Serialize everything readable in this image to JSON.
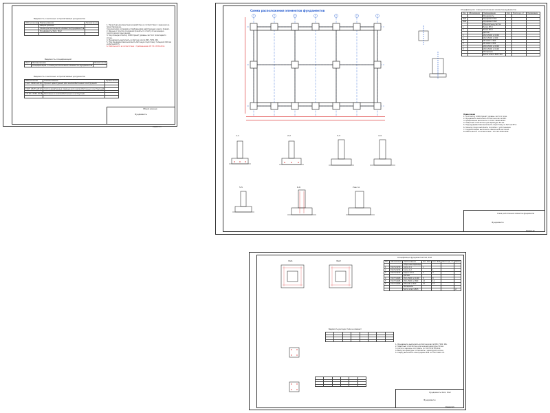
{
  "sheet1": {
    "table_refs_title": "Ведомость ссылочных и прилагаемых документов",
    "table_refs_headers": [
      "Обозначение",
      "Наименование",
      "Примечание"
    ],
    "table_refs_rows": [
      [
        "",
        "Общие данные",
        ""
      ],
      [
        "",
        "Схема расположения элементов фундаментов",
        ""
      ],
      [
        "",
        "Фундаменты Фм1, Фм2",
        ""
      ]
    ],
    "table_spec_title": "Ведомость спецификаций",
    "table_spec_headers": [
      "Лист",
      "Наименование",
      "Примечание"
    ],
    "table_spec_rows": [
      [
        "",
        "Спецификация к схеме расположения элементов фундаментов",
        ""
      ]
    ],
    "table_docs_title": "Ведомость ссылочных и прилагаемых документов",
    "table_docs_headers": [
      "Обозначение",
      "Наименование",
      "Примечание"
    ],
    "table_docs_rows": [
      [
        "ГОСТ 34028-2016",
        "Прокат арматурный для железобетонных конструкций",
        ""
      ],
      [
        "ГОСТ 23279-2012",
        "Сетки арматурные сварные для железобетонных конструкций",
        ""
      ],
      [
        "СП 63.13330.2018",
        "Бетонные и железобетонные конструкции",
        ""
      ]
    ],
    "notes": [
      "1. Проектная документация разработана в соответствии с заданием на проектирование,",
      "техническими условиями и требованиями действующих норм и правил.",
      "2. Данные о грунтах основания приняты по отчёту об инженерно-геологических изысканиях.",
      "3. За условную отметку 0.000 принят уровень чистого пола первого этажа.",
      "4. Фундаменты выполнить из бетона класса B25, F150, W6.",
      "5. Под фундаментами выполнить бетонную подготовку толщиной 100 мм из бетона B7,5."
    ],
    "notes_red": "6. Работы вести в соответствии с требованиями СП 70.13330.2012.",
    "stamp_title": "Общие данные",
    "stamp_object": "Фундаменты",
    "stamp_sheet": "Формат А3"
  },
  "sheet2": {
    "plan_title": "Схема расположения элементов фундаментов",
    "spec_title": "Спецификация к схеме расположения элементов фундаментов",
    "spec_headers": [
      "Поз.",
      "Обозначение",
      "Наименование",
      "Кол.",
      "Масса ед., кг",
      "Примечание"
    ],
    "spec_rows": [
      [
        "",
        "",
        "Фундаменты",
        "",
        "",
        ""
      ],
      [
        "Фм1",
        "",
        "Фундамент Фм1",
        "",
        "",
        ""
      ],
      [
        "Фм2",
        "",
        "Фундамент Фм2",
        "",
        "",
        ""
      ],
      [
        "",
        "",
        "Монолитные участки",
        "",
        "",
        ""
      ],
      [
        "1",
        "",
        "Балка БМ-1",
        "",
        "",
        ""
      ],
      [
        "2",
        "",
        "Балка БМ-2",
        "",
        "",
        ""
      ],
      [
        "",
        "",
        "Детали",
        "",
        "",
        ""
      ],
      [
        "3",
        "",
        "Ø12 A500C L=1200",
        "",
        "",
        ""
      ],
      [
        "4",
        "",
        "Ø12 A500C L=900",
        "",
        "",
        ""
      ],
      [
        "5",
        "",
        "Ø8 A240 L=600",
        "",
        "",
        ""
      ],
      [
        "6",
        "",
        "Ø8 A240 L=450",
        "",
        "",
        ""
      ],
      [
        "7",
        "",
        "Ø10 A500C L=1500",
        "",
        "",
        ""
      ],
      [
        "8",
        "",
        "Ø10 A500C L=1100",
        "",
        "",
        ""
      ],
      [
        "",
        "",
        "Материалы",
        "",
        "",
        ""
      ],
      [
        "",
        "",
        "Бетон класса В25 F150",
        "",
        "",
        ""
      ]
    ],
    "sections": [
      "1-1",
      "2-2",
      "3-3",
      "4-4",
      "5-5",
      "6-6",
      "Узел А"
    ],
    "notes_title": "Примечания",
    "notes": [
      "1. За отметку 0.000 принят уровень чистого пола.",
      "2. Фундаменты выполнить из бетона класса B25.",
      "3. Армирование выполнить по ГОСТ 34028-2016.",
      "4. Защитный слой бетона для арматуры 50 мм.",
      "5. Под фундаментами выполнить подготовку из бетона B7,5.",
      "6. Засыпку пазух выполнить послойно с уплотнением.",
      "7. Гидроизоляцию выполнить обмазочной мастикой.",
      "8. Работы вести в соответствии с СП 70.13330.2012."
    ],
    "stamp_title": "Схема расположения элементов фундаментов",
    "stamp_object": "Фундаменты",
    "stamp_sheet": "Формат А2"
  },
  "sheet3": {
    "views": [
      "Фм1",
      "Фм2"
    ],
    "spec_title": "Спецификация фундаментов Фм1, Фм2",
    "spec_headers": [
      "Поз.",
      "Обозначение",
      "Наименование",
      "Кол. Фм1",
      "Кол. Фм2",
      "Масса ед., кг",
      "Прим."
    ],
    "spec_rows": [
      [
        "",
        "",
        "Сборочные единицы",
        "",
        "",
        "",
        ""
      ],
      [
        "1",
        "ГОСТ 23279",
        "Сетка С-1",
        "1",
        "",
        "",
        ""
      ],
      [
        "2",
        "ГОСТ 23279",
        "Сетка С-2",
        "",
        "1",
        "",
        ""
      ],
      [
        "3",
        "ГОСТ 23279",
        "Каркас КП-1",
        "4",
        "4",
        "",
        ""
      ],
      [
        "",
        "",
        "Детали",
        "",
        "",
        "",
        ""
      ],
      [
        "4",
        "ГОСТ 34028",
        "Ø12 A500C L=1200",
        "8",
        "8",
        "",
        ""
      ],
      [
        "5",
        "ГОСТ 34028",
        "Ø10 A500C L=800",
        "12",
        "12",
        "",
        ""
      ],
      [
        "6",
        "ГОСТ 34028",
        "Ø8 A240 L=600",
        "16",
        "16",
        "",
        ""
      ],
      [
        "",
        "",
        "Материалы",
        "",
        "",
        "",
        ""
      ],
      [
        "",
        "",
        "Бетон класса В25",
        "",
        "",
        "",
        "м³"
      ]
    ],
    "mass_title": "Ведомость расхода стали на элемент",
    "notes": [
      "1. Фундаменты выполнить из бетона класса B25, F150, W6.",
      "2. Защитный слой бетона для нижней арматуры 50 мм.",
      "3. Сетки и каркасы изготовить по ГОСТ 23279-2012.",
      "4. Выпуски арматуры согласовать с арматурой колонн.",
      "5. Сварку выполнить электродами Э42 по ГОСТ 9467-75."
    ],
    "stamp_title": "Фундаменты Фм1, Фм2",
    "stamp_object": "Фундаменты",
    "stamp_sheet": "Формат А3"
  }
}
